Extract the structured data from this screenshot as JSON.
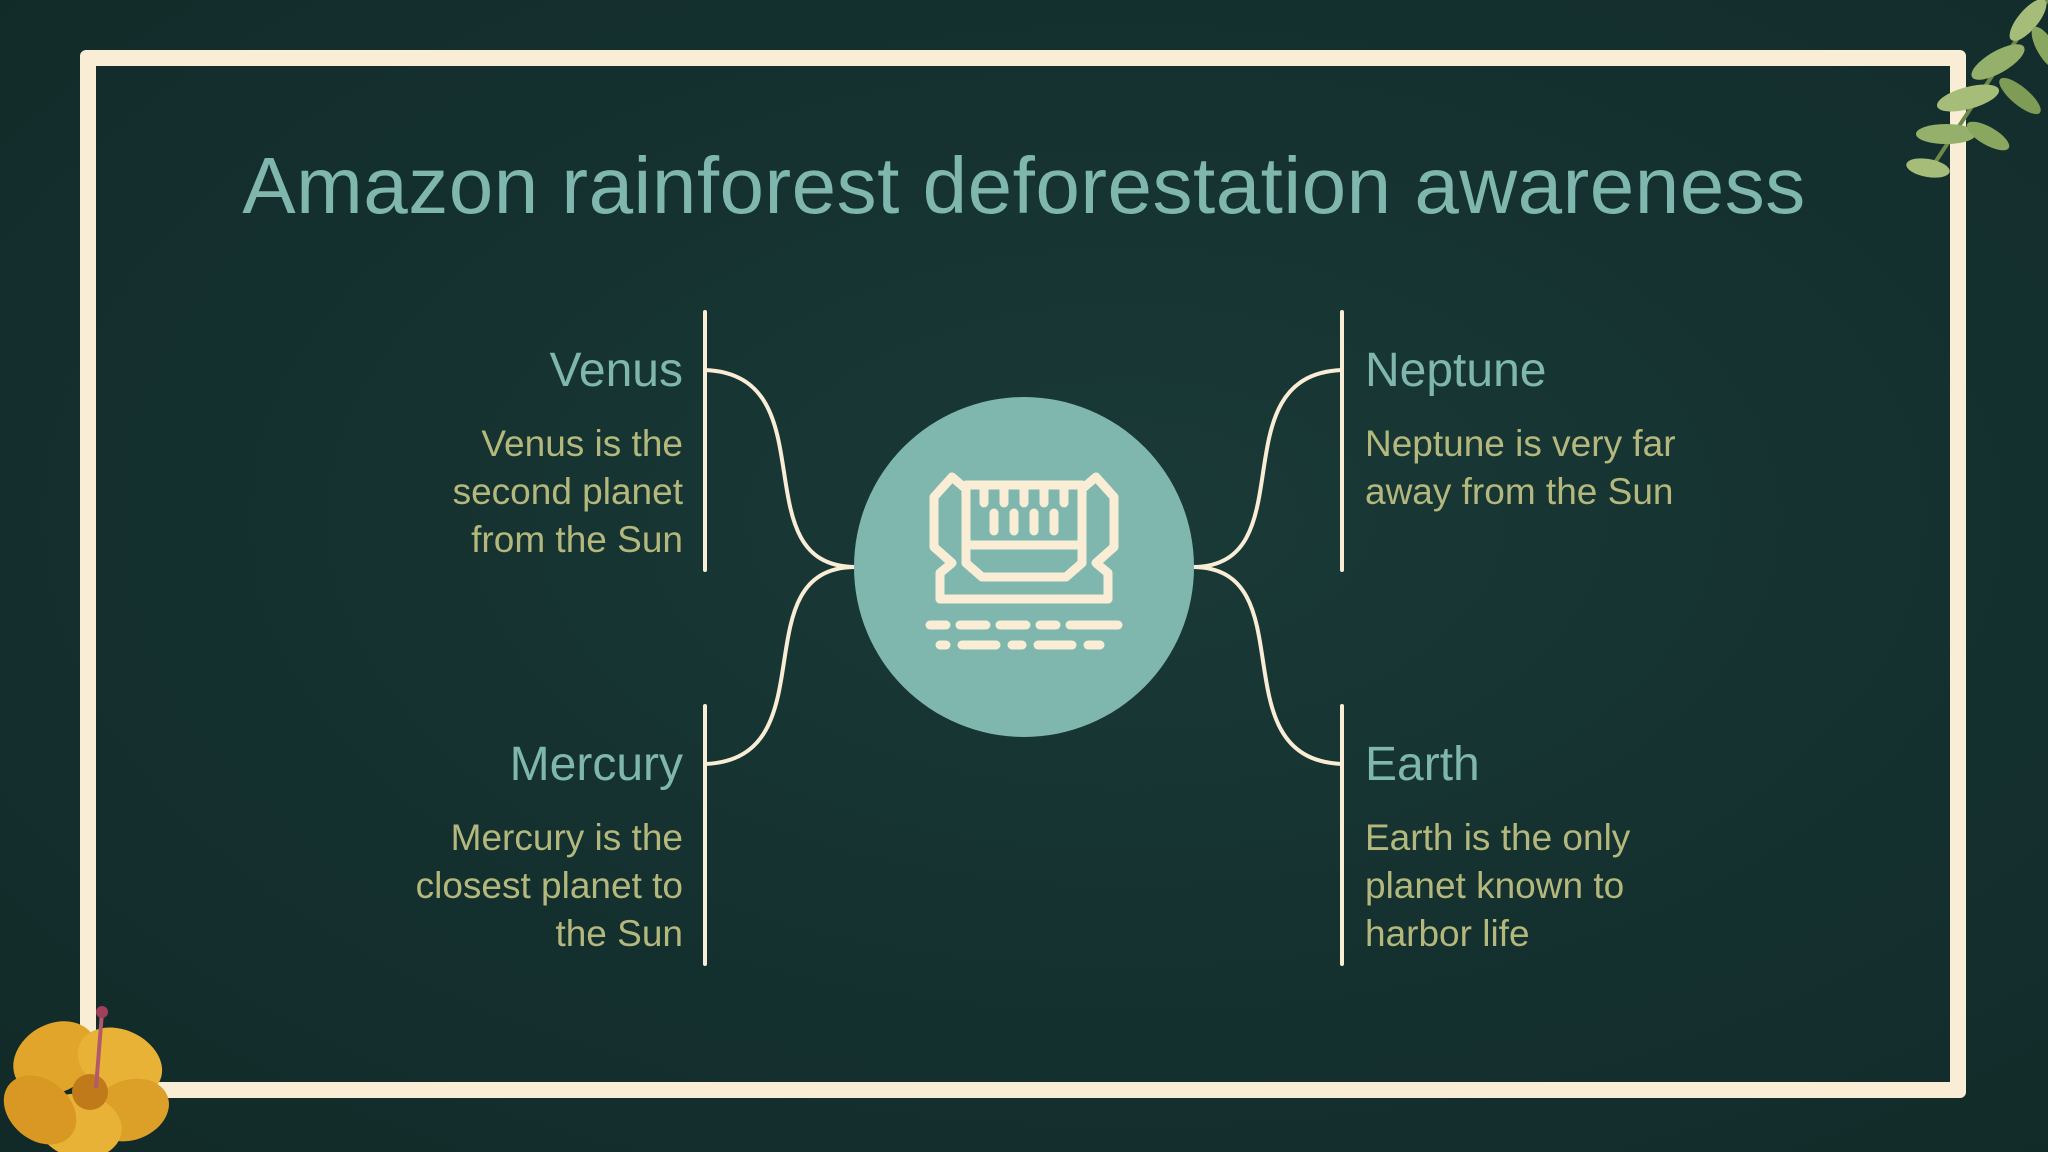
{
  "slide": {
    "title": "Amazon rainforest deforestation awareness"
  },
  "center": {
    "icon": "dam-icon"
  },
  "items": [
    {
      "title": "Venus",
      "description": "Venus is the second planet from the Sun"
    },
    {
      "title": "Mercury",
      "description": "Mercury is the closest planet to the Sun"
    },
    {
      "title": "Neptune",
      "description": "Neptune is very far away from the Sun"
    },
    {
      "title": "Earth",
      "description": "Earth is the only planet known to harbor life"
    }
  ],
  "decorations": [
    "leaf-branch-icon",
    "hibiscus-flower-icon"
  ],
  "colors": {
    "background": "#153230",
    "frame": "#f9edd6",
    "accent": "#7fb7ae",
    "text": "#b4b87c"
  }
}
